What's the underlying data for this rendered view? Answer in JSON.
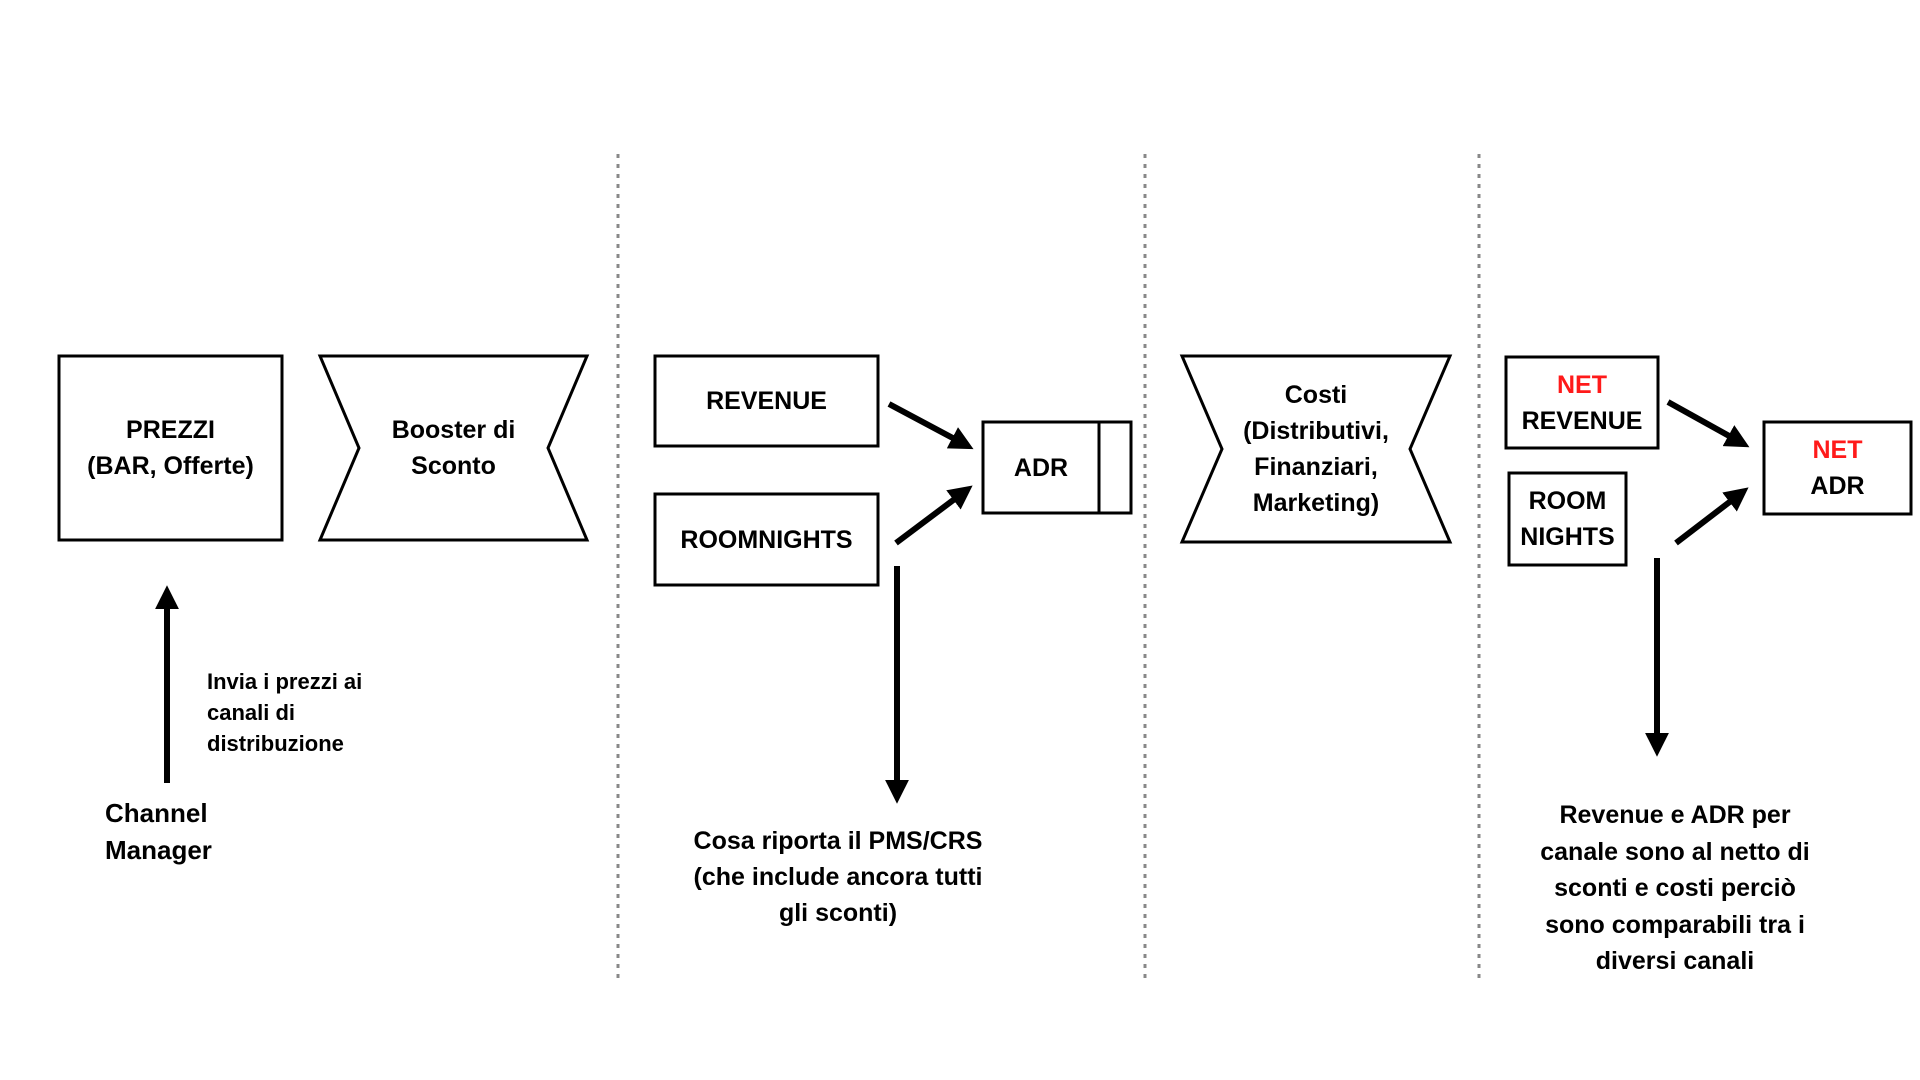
{
  "colors": {
    "accent_red": "#ff1a1a",
    "stroke": "#000000",
    "divider": "#888888"
  },
  "section1": {
    "prezzi": {
      "line1": "PREZZI",
      "line2": "(BAR, Offerte)"
    },
    "booster": {
      "line1": "Booster di",
      "line2": "Sconto"
    },
    "arrow_note": {
      "line1": "Invia i prezzi ai",
      "line2": "canali di",
      "line3": "distribuzione"
    },
    "source": {
      "line1": "Channel",
      "line2": "Manager"
    }
  },
  "section2": {
    "revenue": "REVENUE",
    "roomnights": "ROOMNIGHTS",
    "adr": "ADR",
    "note": {
      "line1": "Cosa riporta  il PMS/CRS",
      "line2": "(che include ancora tutti",
      "line3": "gli sconti)"
    }
  },
  "section3": {
    "costi": {
      "line1": "Costi",
      "line2": "(Distributivi,",
      "line3": "Finanziari,",
      "line4": "Marketing)"
    }
  },
  "section4": {
    "net_revenue": {
      "net": "NET",
      "label": "REVENUE"
    },
    "room_nights": {
      "line1": "ROOM",
      "line2": "NIGHTS"
    },
    "net_adr": {
      "net": "NET",
      "label": "ADR"
    },
    "note": {
      "line1": "Revenue e ADR per",
      "line2": "canale sono al netto di",
      "line3": "sconti e costi perciò",
      "line4": "sono comparabili tra i",
      "line5": "diversi canali"
    }
  }
}
